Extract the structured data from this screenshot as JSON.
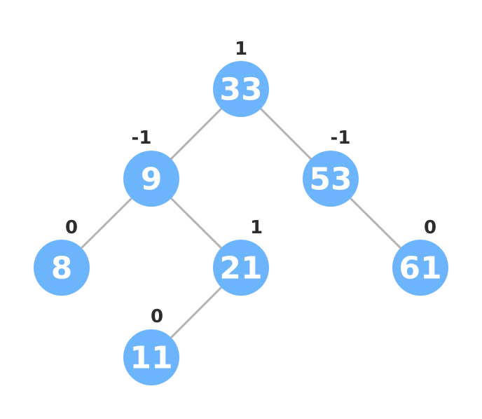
{
  "colors": {
    "node_fill": "#6cb4fb",
    "node_text": "#ffffff",
    "edge": "#b3b3b3",
    "balance_text": "#2d2d2d"
  },
  "tree": {
    "nodes": [
      {
        "id": "n33",
        "value": "33",
        "balance": "1"
      },
      {
        "id": "n9",
        "value": "9",
        "balance": "-1"
      },
      {
        "id": "n53",
        "value": "53",
        "balance": "-1"
      },
      {
        "id": "n8",
        "value": "8",
        "balance": "0"
      },
      {
        "id": "n21",
        "value": "21",
        "balance": "1"
      },
      {
        "id": "n61",
        "value": "61",
        "balance": "0"
      },
      {
        "id": "n11",
        "value": "11",
        "balance": "0"
      }
    ],
    "edges": [
      {
        "from": "n33",
        "to": "n9"
      },
      {
        "from": "n33",
        "to": "n53"
      },
      {
        "from": "n9",
        "to": "n8"
      },
      {
        "from": "n9",
        "to": "n21"
      },
      {
        "from": "n53",
        "to": "n61"
      },
      {
        "from": "n21",
        "to": "n11"
      }
    ]
  }
}
